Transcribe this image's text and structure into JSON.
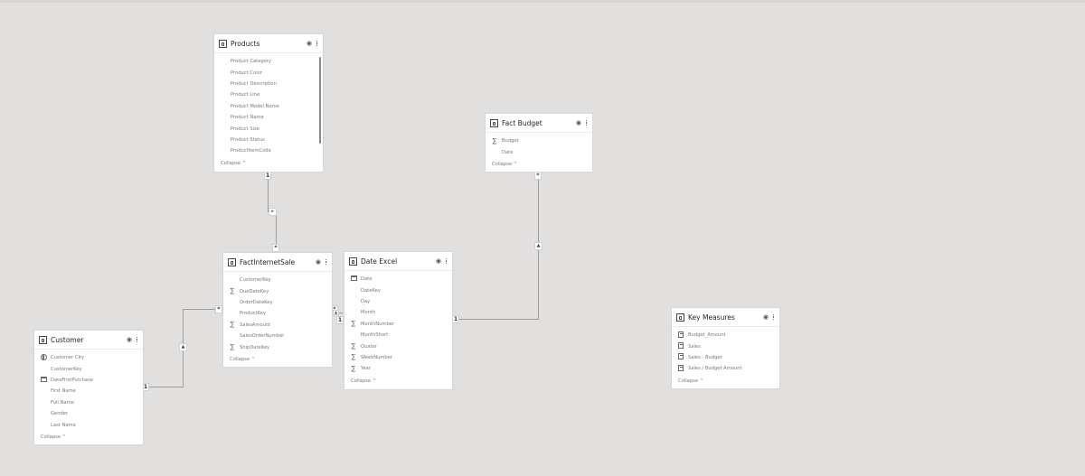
{
  "canvas": {
    "background": "#e1e0de",
    "line_color": "#9e9d9b"
  },
  "icons": {
    "table": "table-icon",
    "visibility": "eye-icon",
    "more": "more-vertical-icon",
    "sum": "Σ",
    "calendar": "calendar-icon",
    "globe": "globe-icon",
    "measure": "calculator-icon",
    "eye_glyph": "👁",
    "sum_glyph": "∑"
  },
  "tables": {
    "products": {
      "title": "Products",
      "fields": [
        {
          "name": "Product Category",
          "icon": ""
        },
        {
          "name": "Product Color",
          "icon": ""
        },
        {
          "name": "Product Description",
          "icon": ""
        },
        {
          "name": "Product Line",
          "icon": ""
        },
        {
          "name": "Product Model Name",
          "icon": ""
        },
        {
          "name": "Product Name",
          "icon": ""
        },
        {
          "name": "Product Size",
          "icon": ""
        },
        {
          "name": "Product Status",
          "icon": ""
        },
        {
          "name": "ProductItemCode",
          "icon": ""
        }
      ],
      "collapse_label": "Collapse ^"
    },
    "fact_budget": {
      "title": "Fact Budget",
      "fields": [
        {
          "name": "Budget",
          "icon": "sum"
        },
        {
          "name": "Date",
          "icon": ""
        }
      ],
      "collapse_label": "Collapse ^"
    },
    "fact_internet_sale": {
      "title": "FactInternetSale",
      "fields": [
        {
          "name": "CustomerKey",
          "icon": ""
        },
        {
          "name": "DueDateKey",
          "icon": "sum"
        },
        {
          "name": "OrderDateKey",
          "icon": ""
        },
        {
          "name": "ProductKey",
          "icon": ""
        },
        {
          "name": "SalesAmount",
          "icon": "sum"
        },
        {
          "name": "SalesOrderNumber",
          "icon": ""
        },
        {
          "name": "ShipDateKey",
          "icon": "sum"
        }
      ],
      "collapse_label": "Collapse ^"
    },
    "date_excel": {
      "title": "Date Excel",
      "fields": [
        {
          "name": "Date",
          "icon": "calendar"
        },
        {
          "name": "DateKey",
          "icon": ""
        },
        {
          "name": "Day",
          "icon": ""
        },
        {
          "name": "Month",
          "icon": ""
        },
        {
          "name": "MonthNumber",
          "icon": "sum"
        },
        {
          "name": "MonthShort",
          "icon": ""
        },
        {
          "name": "Quater",
          "icon": "sum"
        },
        {
          "name": "WeekNumber",
          "icon": "sum"
        },
        {
          "name": "Year",
          "icon": "sum"
        }
      ],
      "collapse_label": "Collapse ^"
    },
    "customer": {
      "title": "Customer",
      "fields": [
        {
          "name": "Customer City",
          "icon": "globe"
        },
        {
          "name": "CustomerKey",
          "icon": ""
        },
        {
          "name": "DateFirstPurchase",
          "icon": "calendar"
        },
        {
          "name": "First Name",
          "icon": ""
        },
        {
          "name": "Full Name",
          "icon": ""
        },
        {
          "name": "Gender",
          "icon": ""
        },
        {
          "name": "Last Name",
          "icon": ""
        }
      ],
      "collapse_label": "Collapse ^"
    },
    "key_measures": {
      "title": "Key Measures",
      "fields": [
        {
          "name": "Budget_Amount",
          "icon": "measure"
        },
        {
          "name": "Sales",
          "icon": "measure"
        },
        {
          "name": "Sales - Budget",
          "icon": "measure"
        },
        {
          "name": "Sales / Budget Amount",
          "icon": "measure"
        }
      ],
      "collapse_label": "Collapse ^"
    }
  },
  "relationships": [
    {
      "from": "Products",
      "to": "FactInternetSale",
      "from_card": "1",
      "to_card": "*",
      "direction": "▸"
    },
    {
      "from": "Customer",
      "to": "FactInternetSale",
      "from_card": "1",
      "to_card": "*",
      "direction": "▲"
    },
    {
      "from": "Date Excel",
      "to": "FactInternetSale",
      "from_card": "1",
      "to_card": "*",
      "direction": "▲"
    },
    {
      "from": "Date Excel",
      "to": "Fact Budget",
      "from_card": "1",
      "to_card": "*",
      "direction": "▲"
    }
  ]
}
